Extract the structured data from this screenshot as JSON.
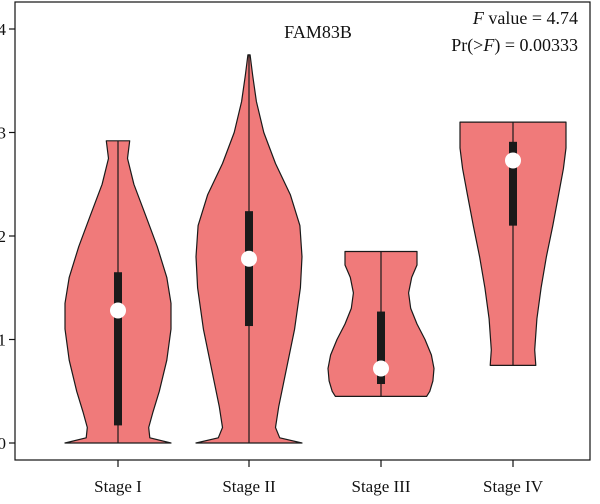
{
  "chart_data": {
    "type": "violin",
    "title": "FAM83B",
    "annotations": {
      "f_symbol": "F",
      "f_rest": " value = 4.74",
      "p_prefix": "Pr(>",
      "p_symbol": "F",
      "p_suffix": ") = 0.00333"
    },
    "xlabel": "",
    "ylabel": "",
    "ylim": [
      0,
      4.15
    ],
    "yticks": [
      0,
      1,
      2,
      3,
      4
    ],
    "grid": false,
    "legend": "none",
    "colors": {
      "fill": "#f07a7a",
      "stroke": "#1a1a1a",
      "box": "#1a1a1a",
      "mean_marker": "#ffffff"
    },
    "categories": [
      "Stage I",
      "Stage II",
      "Stage III",
      "Stage IV"
    ],
    "violins": [
      {
        "category": "Stage I",
        "min": 0.0,
        "max": 2.92,
        "q1": 0.17,
        "median": 1.27,
        "q3": 1.65,
        "mean": 1.28,
        "density": [
          [
            0.0,
            1.0
          ],
          [
            0.05,
            0.6
          ],
          [
            0.15,
            0.58
          ],
          [
            0.3,
            0.66
          ],
          [
            0.5,
            0.78
          ],
          [
            0.8,
            0.92
          ],
          [
            1.1,
            1.0
          ],
          [
            1.35,
            1.0
          ],
          [
            1.6,
            0.92
          ],
          [
            1.9,
            0.74
          ],
          [
            2.2,
            0.52
          ],
          [
            2.5,
            0.3
          ],
          [
            2.75,
            0.18
          ],
          [
            2.92,
            0.22
          ]
        ]
      },
      {
        "category": "Stage II",
        "min": 0.0,
        "max": 3.75,
        "q1": 1.13,
        "median": 1.78,
        "q3": 2.24,
        "mean": 1.78,
        "density": [
          [
            0.0,
            1.0
          ],
          [
            0.05,
            0.58
          ],
          [
            0.15,
            0.5
          ],
          [
            0.35,
            0.56
          ],
          [
            0.7,
            0.7
          ],
          [
            1.1,
            0.86
          ],
          [
            1.5,
            0.97
          ],
          [
            1.8,
            1.0
          ],
          [
            2.1,
            0.96
          ],
          [
            2.4,
            0.78
          ],
          [
            2.7,
            0.5
          ],
          [
            3.0,
            0.28
          ],
          [
            3.3,
            0.14
          ],
          [
            3.55,
            0.07
          ],
          [
            3.75,
            0.02
          ]
        ]
      },
      {
        "category": "Stage III",
        "min": 0.45,
        "max": 1.85,
        "q1": 0.57,
        "median": 0.72,
        "q3": 1.27,
        "mean": 0.72,
        "density": [
          [
            0.45,
            0.86
          ],
          [
            0.5,
            0.92
          ],
          [
            0.6,
            0.98
          ],
          [
            0.72,
            1.0
          ],
          [
            0.85,
            0.95
          ],
          [
            1.0,
            0.83
          ],
          [
            1.15,
            0.68
          ],
          [
            1.3,
            0.56
          ],
          [
            1.45,
            0.52
          ],
          [
            1.6,
            0.58
          ],
          [
            1.72,
            0.68
          ],
          [
            1.85,
            0.68
          ]
        ]
      },
      {
        "category": "Stage IV",
        "min": 0.75,
        "max": 3.1,
        "q1": 2.1,
        "median": 2.73,
        "q3": 2.91,
        "mean": 2.73,
        "density": [
          [
            0.75,
            0.43
          ],
          [
            0.9,
            0.41
          ],
          [
            1.2,
            0.45
          ],
          [
            1.5,
            0.53
          ],
          [
            1.8,
            0.63
          ],
          [
            2.1,
            0.75
          ],
          [
            2.4,
            0.86
          ],
          [
            2.65,
            0.95
          ],
          [
            2.85,
            1.0
          ],
          [
            3.0,
            1.0
          ],
          [
            3.1,
            1.0
          ]
        ]
      }
    ]
  }
}
